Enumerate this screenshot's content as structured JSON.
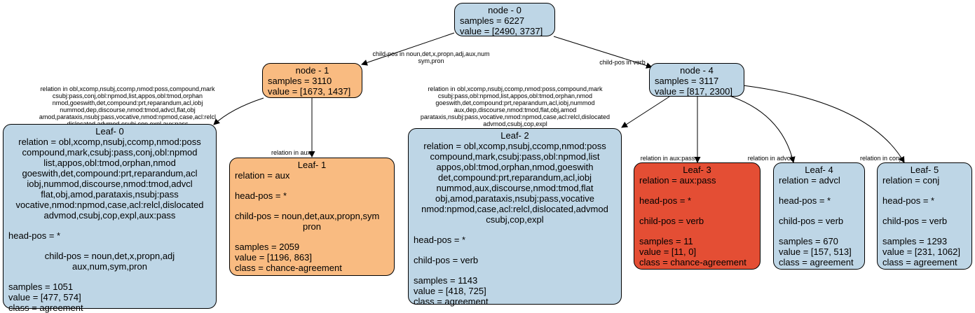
{
  "nodes": {
    "n0": {
      "title": "node - 0",
      "samples": "samples = 6227",
      "value": "value = [2490, 3737]"
    },
    "n1": {
      "title": "node - 1",
      "samples": "samples = 3110",
      "value": "value = [1673, 1437]"
    },
    "n4": {
      "title": "node - 4",
      "samples": "samples = 3117",
      "value": "value = [817, 2300]"
    },
    "leaf0": {
      "title": "Leaf- 0",
      "relation": [
        "relation = obl,xcomp,nsubj,ccomp,nmod:poss",
        "compound,mark,csubj:pass,conj,obl:npmod",
        "list,appos,obl:tmod,orphan,nmod",
        "goeswith,det,compound:prt,reparandum,acl",
        "iobj,nummod,discourse,nmod:tmod,advcl",
        "flat,obj,amod,parataxis,nsubj:pass",
        "vocative,nmod:npmod,case,acl:relcl,dislocated",
        "advmod,csubj,cop,expl,aux:pass"
      ],
      "head": "head-pos = *",
      "child": [
        "child-pos = noun,det,x,propn,adj",
        "aux,num,sym,pron"
      ],
      "samples": "samples = 1051",
      "value": "value = [477, 574]",
      "class": "class = agreement"
    },
    "leaf1": {
      "title": "Leaf- 1",
      "relation": "relation = aux",
      "head": "head-pos = *",
      "child": [
        "child-pos = noun,det,aux,propn,sym",
        "pron"
      ],
      "samples": "samples = 2059",
      "value": "value = [1196, 863]",
      "class": "class = chance-agreement"
    },
    "leaf2": {
      "title": "Leaf- 2",
      "relation": [
        "relation = obl,xcomp,nsubj,ccomp,nmod:poss",
        "compound,mark,csubj:pass,obl:npmod,list",
        "appos,obl:tmod,orphan,nmod,goeswith",
        "det,compound:prt,reparandum,acl,iobj",
        "nummod,aux,discourse,nmod:tmod,flat",
        "obj,amod,parataxis,nsubj:pass,vocative",
        "nmod:npmod,case,acl:relcl,dislocated,advmod",
        "csubj,cop,expl"
      ],
      "head": "head-pos = *",
      "child": "child-pos = verb",
      "samples": "samples = 1143",
      "value": "value = [418, 725]",
      "class": "class = agreement"
    },
    "leaf3": {
      "title": "Leaf- 3",
      "relation": "relation = aux:pass",
      "head": "head-pos = *",
      "child": "child-pos = verb",
      "samples": "samples = 11",
      "value": "value = [11, 0]",
      "class": "class = chance-agreement"
    },
    "leaf4": {
      "title": "Leaf- 4",
      "relation": "relation = advcl",
      "head": "head-pos = *",
      "child": "child-pos = verb",
      "samples": "samples = 670",
      "value": "value = [157, 513]",
      "class": "class = agreement"
    },
    "leaf5": {
      "title": "Leaf- 5",
      "relation": "relation = conj",
      "head": "head-pos = *",
      "child": "child-pos = verb",
      "samples": "samples = 1293",
      "value": "value = [231, 1062]",
      "class": "class = agreement"
    }
  },
  "edges": {
    "e_0_1": [
      "child-pos in noun,det,x,propn,adj,aux,num",
      "sym,pron"
    ],
    "e_0_4": [
      "child-pos in verb"
    ],
    "e_1_leaf0": [
      "relation in obl,xcomp,nsubj,ccomp,nmod:poss,compound,mark",
      "csubj:pass,conj,obl:npmod,list,appos,obl:tmod,orphan",
      "nmod,goeswith,det,compound:prt,reparandum,acl,iobj",
      "nummod,dep,discourse,nmod:tmod,advcl,flat,obj",
      "amod,parataxis,nsubj:pass,vocative,nmod:npmod,case,acl:relcl",
      "dislocated,advmod,csubj,cop,expl,aux:pass"
    ],
    "e_1_leaf1": [
      "relation in aux"
    ],
    "e_4_leaf2": [
      "relation in obl,xcomp,nsubj,ccomp,nmod:poss,compound,mark",
      "csubj:pass,obl:npmod,list,appos,obl:tmod,orphan,nmod",
      "goeswith,det,compound:prt,reparandum,acl,iobj,nummod",
      "aux,dep,discourse,nmod:tmod,flat,obj,amod",
      "parataxis,nsubj:pass,vocative,nmod:npmod,case,acl:relcl,dislocated",
      "advmod,csubj,cop,expl"
    ],
    "e_4_leaf3": [
      "relation in aux:pass"
    ],
    "e_4_leaf4": [
      "relation in advcl"
    ],
    "e_4_leaf5": [
      "relation in conj"
    ]
  },
  "colors": {
    "agreement": "#bed6e6",
    "chance_agreement_light": "#f9bb81",
    "chance_agreement_strong": "#e44e34"
  }
}
